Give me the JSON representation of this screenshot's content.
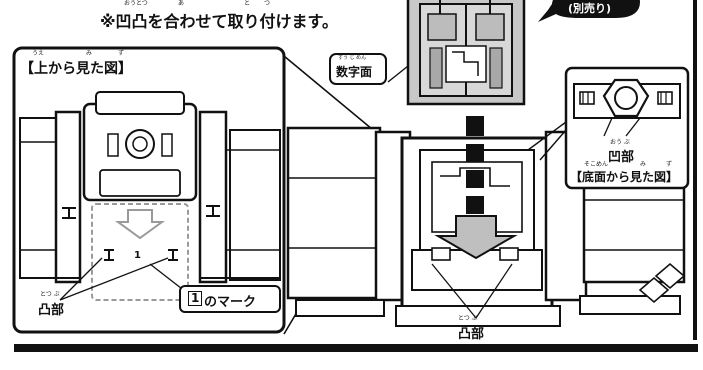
{
  "instruction": {
    "text": "※凹凸を合わせて取り付けます。",
    "ruby_ouotsu": "おうとつ",
    "ruby_a": "あ",
    "ruby_to": "と",
    "ruby_tsu": "つ"
  },
  "callout_badge": {
    "text": "(別売り)"
  },
  "top_view": {
    "label": "【上から見た図】",
    "ruby_ue": "うえ",
    "ruby_mi": "み",
    "ruby_zu": "ず",
    "mark_number": "1",
    "mark_label_num": "1",
    "mark_label_text": "のマーク",
    "convex_label": "凸部",
    "convex_ruby": "とつ ぶ"
  },
  "bottom_view": {
    "concave_label": "凹部",
    "concave_ruby": "おう ぶ",
    "label": "【底面から見た図】",
    "ruby_teimen": "そこめん",
    "ruby_mi": "み",
    "ruby_zu": "ず"
  },
  "number_face": {
    "label": "数字面",
    "ruby": "すう じ めん"
  },
  "main_view": {
    "convex_label": "凸部",
    "convex_ruby": "とつ ぶ"
  },
  "colors": {
    "ink": "#111111",
    "gray_fill": "#c8c8c8",
    "dark_gray_fill": "#9a9a9a",
    "dashed_gray": "#9a9a9a",
    "arrow_gray": "#bfbfbf"
  }
}
